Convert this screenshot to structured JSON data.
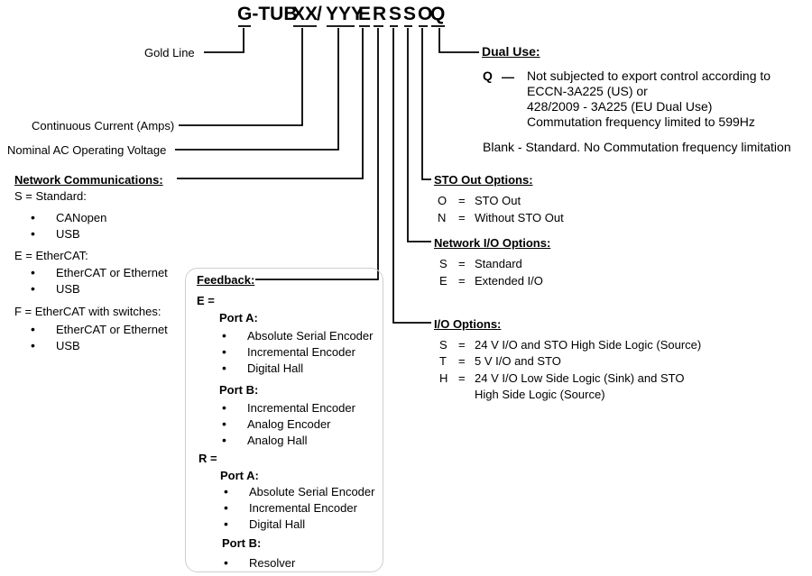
{
  "code": {
    "g_tub": "G-TUB",
    "xx": "XX",
    "slash": "/",
    "yyy": "YYY",
    "e": "E",
    "r": "R",
    "s1": "S",
    "s2": "S",
    "o": "O",
    "q": "Q"
  },
  "gold_line": "Gold Line",
  "continuous_current": "Continuous Current (Amps)",
  "nominal_voltage": "Nominal  AC Operating Voltage",
  "network": {
    "title": "Network Communications:",
    "s_label": "S = Standard:",
    "s_items": [
      "CANopen",
      "USB"
    ],
    "e_label": "E = EtherCAT:",
    "e_items": [
      "EtherCAT or Ethernet",
      "USB"
    ],
    "f_label": "F = EtherCAT with switches:",
    "f_items": [
      "EtherCAT or Ethernet",
      "USB"
    ]
  },
  "feedback": {
    "title": "Feedback:",
    "e_label": "E =",
    "e_port_a": "Port A:",
    "e_port_a_items": [
      "Absolute Serial Encoder",
      "Incremental Encoder",
      "Digital Hall"
    ],
    "e_port_b": "Port B:",
    "e_port_b_items": [
      "Incremental Encoder",
      "Analog Encoder",
      "Analog Hall"
    ],
    "r_label": "R =",
    "r_port_a": "Port A:",
    "r_port_a_items": [
      "Absolute Serial Encoder",
      "Incremental Encoder",
      "Digital Hall"
    ],
    "r_port_b": "Port B:",
    "r_port_b_items": [
      "Resolver"
    ]
  },
  "dual_use": {
    "title": "Dual Use:",
    "q_key": "Q",
    "q_dash": "—",
    "q_lines": [
      "Not subjected to export control according to",
      "ECCN-3A225 (US) or",
      "428/2009 - 3A225 (EU Dual Use)",
      "Commutation frequency limited to 599Hz"
    ],
    "blank": "Blank -  Standard. No Commutation frequency limitation"
  },
  "sto": {
    "title": "STO Out Options:",
    "rows": [
      {
        "key": "O",
        "eq": "=",
        "val": "STO Out"
      },
      {
        "key": "N",
        "eq": "=",
        "val": "Without STO Out"
      }
    ]
  },
  "network_io": {
    "title": "Network I/O Options:",
    "rows": [
      {
        "key": "S",
        "eq": "=",
        "val": "Standard"
      },
      {
        "key": "E",
        "eq": "=",
        "val": "Extended I/O"
      }
    ]
  },
  "io": {
    "title": "I/O Options:",
    "rows": [
      {
        "key": "S",
        "eq": "=",
        "val": "24 V I/O and STO High Side Logic (Source)"
      },
      {
        "key": "T",
        "eq": "=",
        "val": "5 V I/O and STO"
      },
      {
        "key": "H",
        "eq": "=",
        "val": "24 V I/O Low Side Logic (Sink) and STO"
      }
    ],
    "h_cont": "High Side Logic (Source)"
  },
  "bullet": "•"
}
